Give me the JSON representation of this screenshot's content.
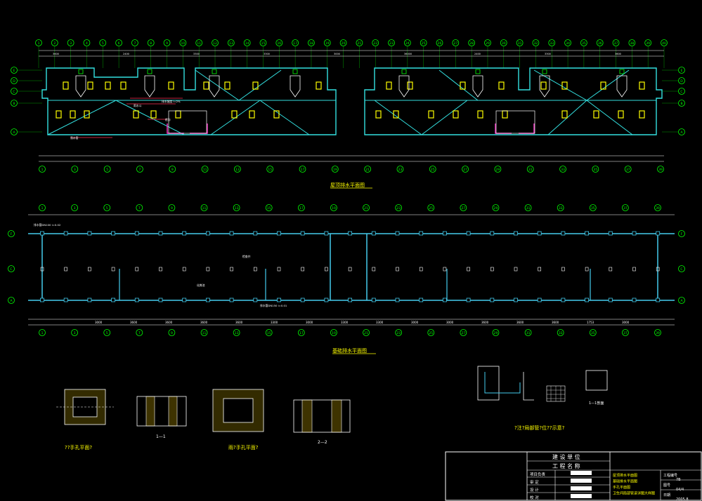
{
  "colors": {
    "background": "#000000",
    "axis_green": "#00ff00",
    "wall_cyan": "#33e0e0",
    "pipe_cyan": "#44ccee",
    "dimension_white": "#ffffff",
    "fixture_yellow": "#ffff00",
    "door_magenta": "#ff33cc",
    "hatch_yellow": "#ccaa00",
    "title_frame": "#ffffff"
  },
  "roof_plan": {
    "title": "屋顶排水平面图",
    "top_axis_numbers": [
      "1",
      "2",
      "3",
      "4",
      "5",
      "6",
      "7",
      "8",
      "9",
      "10",
      "11",
      "12",
      "13",
      "14",
      "15",
      "16",
      "17",
      "18",
      "19",
      "20",
      "21",
      "22",
      "23",
      "24",
      "25",
      "26",
      "27",
      "28",
      "29",
      "30",
      "31",
      "32",
      "33",
      "34",
      "35",
      "36",
      "37",
      "38",
      "39",
      "40"
    ],
    "bottom_axis_numbers": [
      "1",
      "3",
      "5",
      "7",
      "9",
      "11",
      "13",
      "15",
      "17",
      "19",
      "21",
      "23",
      "25",
      "27",
      "29",
      "31",
      "33",
      "35",
      "37",
      "39"
    ],
    "left_axis_letters": [
      "E",
      "D",
      "C",
      "B",
      "A"
    ],
    "dimension_labels": [
      "3600",
      "2400",
      "3300",
      "3300",
      "3000",
      "36000",
      "2400",
      "3300",
      "3600"
    ],
    "notes": [
      "排水坡度 i=2%",
      "雨水斗",
      "落水管",
      "檐沟"
    ]
  },
  "foundation_plan": {
    "title": "基础排水平面图",
    "axis_numbers": [
      "1",
      "3",
      "5",
      "7",
      "9",
      "11",
      "13",
      "15",
      "17",
      "19",
      "21",
      "23",
      "25",
      "27",
      "29",
      "31",
      "33",
      "35",
      "37",
      "39"
    ],
    "left_axis_letters": [
      "F",
      "C",
      "A"
    ],
    "dimension_labels": [
      "3000",
      "3600",
      "3600",
      "3600",
      "3600",
      "3300",
      "3000",
      "3300",
      "3300",
      "3000",
      "3000",
      "3600",
      "3600",
      "3600",
      "1753",
      "3000"
    ],
    "notes": [
      "排水管DN100 i=0.02",
      "检查井",
      "化粪池",
      "排水管DN150 i=0.01"
    ]
  },
  "details": {
    "manhole_plan_a": "??手孔平面?",
    "section_1": "1—1",
    "manhole_plan_b": "雨?手孔平面?",
    "section_2": "2—2",
    "well_caption": "?注?局部管?位??示意?",
    "section_small": "1—1剖面"
  },
  "title_block": {
    "header_1": "建 设 单 位",
    "header_2": "工 程 名 称",
    "rows": [
      "项目负责",
      "审 定",
      "设 计",
      "校 对"
    ],
    "drawing_name": [
      "屋顶排水平面图",
      "基础排水平面图",
      "手孔平面图",
      "卫生间局部管道详图大样图"
    ],
    "field_labels": [
      "工程编号",
      "图号",
      "日期"
    ],
    "field_values": [
      "7B",
      "04/4",
      "2005.8"
    ]
  }
}
